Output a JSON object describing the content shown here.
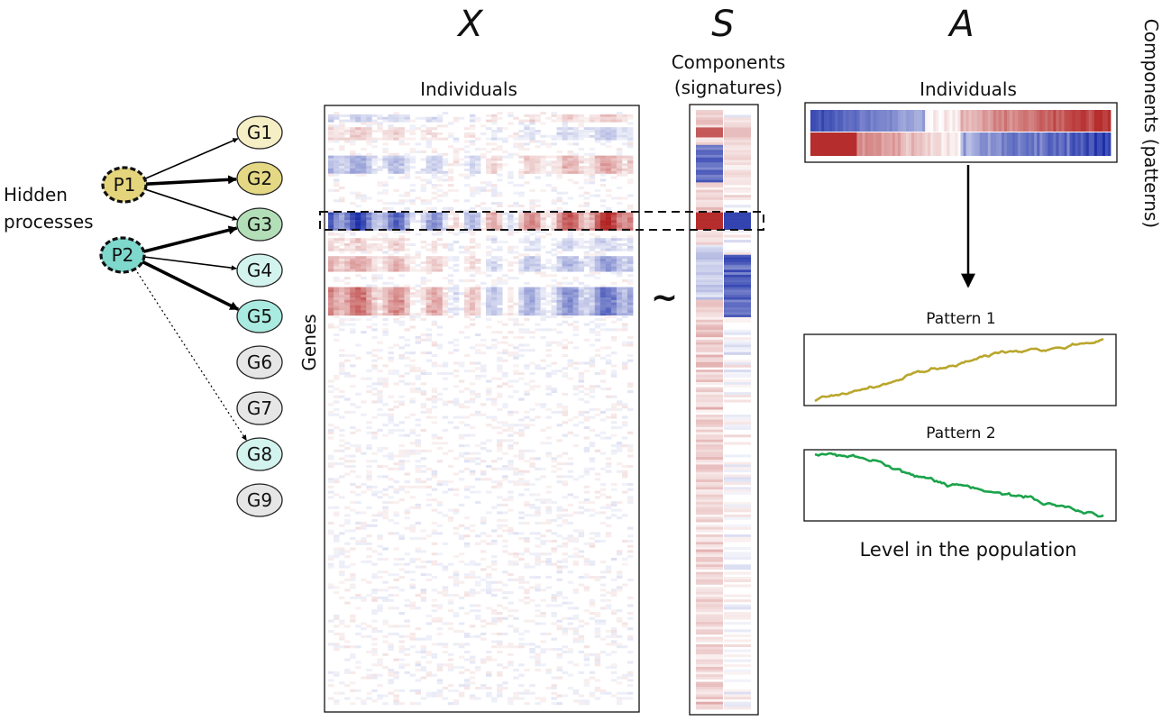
{
  "matrix_titles": {
    "x": "X",
    "s": "S",
    "a": "A"
  },
  "hidden_label": [
    "Hidden",
    "processes"
  ],
  "processes": [
    {
      "id": "P1",
      "color": "#e4d47c"
    },
    {
      "id": "P2",
      "color": "#7fd8cc"
    }
  ],
  "genes": [
    {
      "id": "G1",
      "color": "#f6efc6"
    },
    {
      "id": "G2",
      "color": "#e4d885"
    },
    {
      "id": "G3",
      "color": "#b3dfb8"
    },
    {
      "id": "G4",
      "color": "#d3f3ee"
    },
    {
      "id": "G5",
      "color": "#a9ebe0"
    },
    {
      "id": "G6",
      "color": "#e6e6e6"
    },
    {
      "id": "G7",
      "color": "#e6e6e6"
    },
    {
      "id": "G8",
      "color": "#d3f3ee"
    },
    {
      "id": "G9",
      "color": "#e6e6e6"
    }
  ],
  "edges": [
    {
      "from": "P1",
      "to": "G1",
      "weight": "normal"
    },
    {
      "from": "P1",
      "to": "G2",
      "weight": "strong"
    },
    {
      "from": "P1",
      "to": "G3",
      "weight": "normal"
    },
    {
      "from": "P2",
      "to": "G3",
      "weight": "strong"
    },
    {
      "from": "P2",
      "to": "G4",
      "weight": "normal"
    },
    {
      "from": "P2",
      "to": "G5",
      "weight": "strong"
    },
    {
      "from": "P2",
      "to": "G8",
      "weight": "weak"
    }
  ],
  "x_panel": {
    "top_label": "Individuals",
    "side_label": "Genes"
  },
  "approx_symbol": "~",
  "s_panel": {
    "label_line1": "Components",
    "label_line2": "(signatures)"
  },
  "a_panel": {
    "top_label": "Individuals",
    "side_label": "Components (patterns)"
  },
  "patterns": [
    {
      "label": "Pattern 1",
      "color": "#b9a62c"
    },
    {
      "label": "Pattern 2",
      "color": "#1aa34a"
    }
  ],
  "footer": "Level in the population",
  "colors": {
    "positive": "#b22222",
    "negative": "#1c2fa8",
    "neutral": "#ffffff"
  }
}
